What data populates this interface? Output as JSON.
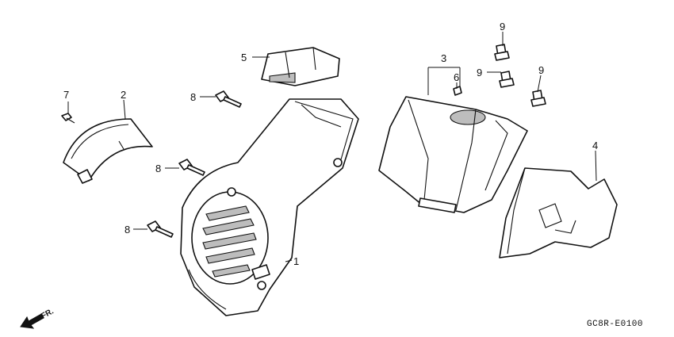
{
  "callouts": {
    "c1": "1",
    "c2": "2",
    "c3": "3",
    "c4": "4",
    "c5": "5",
    "c6": "6",
    "c7": "7",
    "c8a": "8",
    "c8b": "8",
    "c8c": "8",
    "c9a": "9",
    "c9b": "9",
    "c9c": "9"
  },
  "direction_label": "FR.",
  "diagram_code": "GC8R-E0100"
}
